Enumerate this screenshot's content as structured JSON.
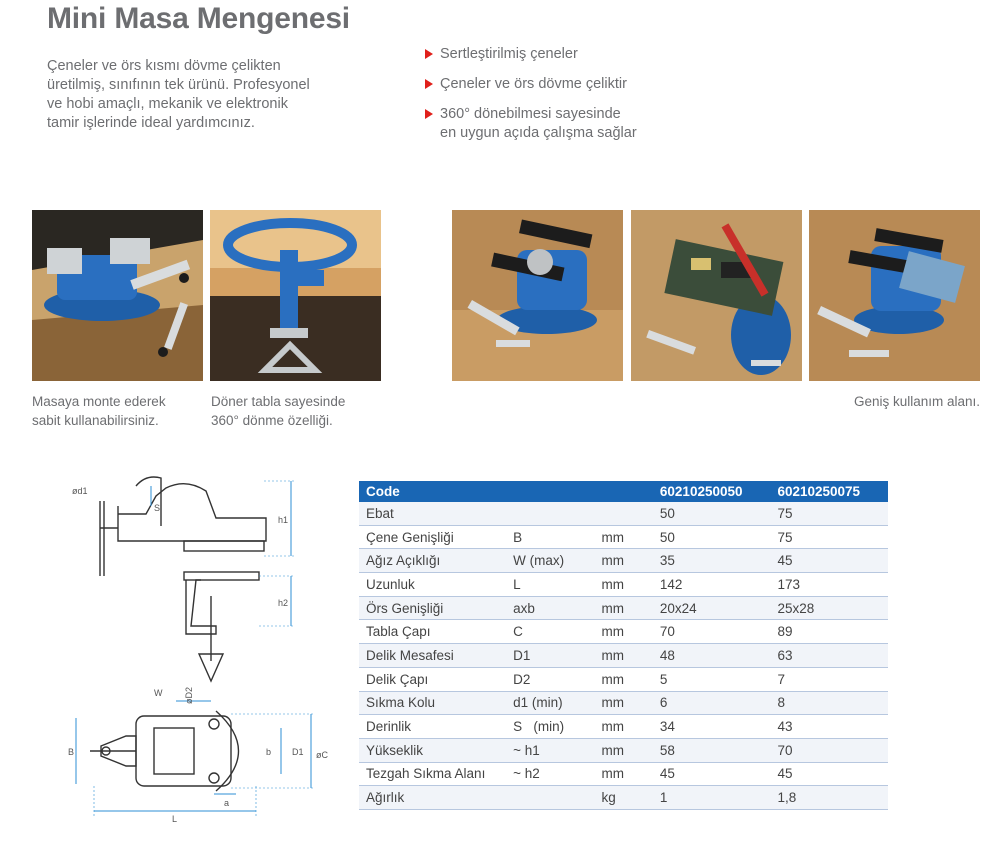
{
  "header": {
    "title": "Mini Masa Mengenesi"
  },
  "intro": {
    "lines": [
      "Çeneler ve örs kısmı dövme çelikten",
      "üretilmiş, sınıfının tek ürünü. Profesyonel",
      "ve hobi amaçlı, mekanik ve elektronik",
      "tamir işlerinde ideal yardımcınız."
    ]
  },
  "features": [
    {
      "lines": [
        "Sertleştirilmiş çeneler"
      ]
    },
    {
      "lines": [
        "Çeneler ve örs dövme çeliktir"
      ]
    },
    {
      "lines": [
        "360° dönebilmesi sayesinde",
        "en uygun açıda çalışma sağlar"
      ]
    }
  ],
  "captions": {
    "mount": [
      "Masaya monte ederek",
      "sabit kullanabilirsiniz."
    ],
    "rotate": [
      "Döner tabla sayesinde",
      "360° dönme özelliği."
    ],
    "usage": "Geniş kullanım alanı."
  },
  "diagram": {
    "labels": [
      "ød1",
      "S",
      "h1",
      "h2",
      "W",
      "øD2",
      "B",
      "b",
      "D1",
      "øC",
      "a",
      "L"
    ]
  },
  "table": {
    "headers": [
      "Code",
      "",
      "",
      "60210250050",
      "60210250075"
    ],
    "rows": [
      [
        "Ebat",
        "",
        "",
        "50",
        "75"
      ],
      [
        "Çene Genişliği",
        "B",
        "mm",
        "50",
        "75"
      ],
      [
        "Ağız Açıklığı",
        "W (max)",
        "mm",
        "35",
        "45"
      ],
      [
        "Uzunluk",
        "L",
        "mm",
        "142",
        "173"
      ],
      [
        "Örs Genişliği",
        "axb",
        "mm",
        "20x24",
        "25x28"
      ],
      [
        "Tabla Çapı",
        "C",
        "mm",
        "70",
        "89"
      ],
      [
        "Delik Mesafesi",
        "D1",
        "mm",
        "48",
        "63"
      ],
      [
        "Delik Çapı",
        "D2",
        "mm",
        "5",
        "7"
      ],
      [
        "Sıkma Kolu",
        "d1 (min)",
        "mm",
        "6",
        "8"
      ],
      [
        "Derinlik",
        "S   (min)",
        "mm",
        "34",
        "43"
      ],
      [
        "Yükseklik",
        "~ h1",
        "mm",
        "58",
        "70"
      ],
      [
        "Tezgah Sıkma Alanı",
        "~ h2",
        "mm",
        "45",
        "45"
      ],
      [
        "Ağırlık",
        "",
        "kg",
        "1",
        "1,8"
      ]
    ]
  }
}
